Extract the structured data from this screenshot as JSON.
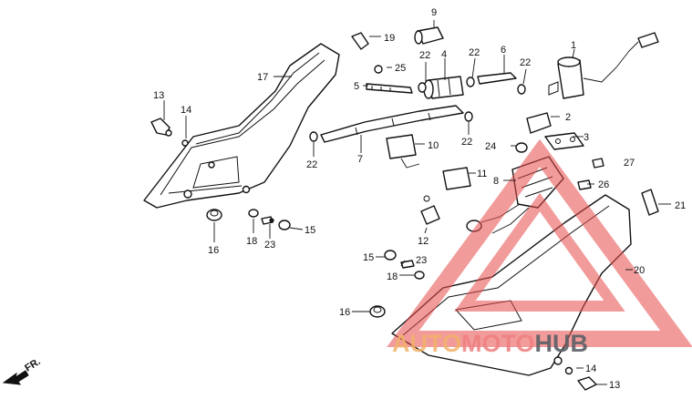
{
  "callouts": {
    "c1": "1",
    "c2": "2",
    "c3": "3",
    "c4": "4",
    "c5": "5",
    "c6": "6",
    "c7": "7",
    "c8": "8",
    "c9": "9",
    "c10": "10",
    "c11": "11",
    "c12": "12",
    "c13a": "13",
    "c13b": "13",
    "c14a": "14",
    "c14b": "14",
    "c15a": "15",
    "c15b": "15",
    "c16a": "16",
    "c16b": "16",
    "c17": "17",
    "c18a": "18",
    "c18b": "18",
    "c19": "19",
    "c20": "20",
    "c21": "21",
    "c22a": "22",
    "c22b": "22",
    "c22c": "22",
    "c22d": "22",
    "c22e": "22",
    "c23a": "23",
    "c23b": "23",
    "c24": "24",
    "c25": "25",
    "c26": "26",
    "c27": "27"
  },
  "direction_marker": {
    "label": "FR."
  },
  "watermark": {
    "part1": "AUTO",
    "part2": "MOTO",
    "part3": "HUB",
    "colors": {
      "auto": "#f2b26a",
      "moto": "#ef7f7f",
      "hub": "#5a5f66",
      "triangle": "#e84b4b"
    }
  }
}
